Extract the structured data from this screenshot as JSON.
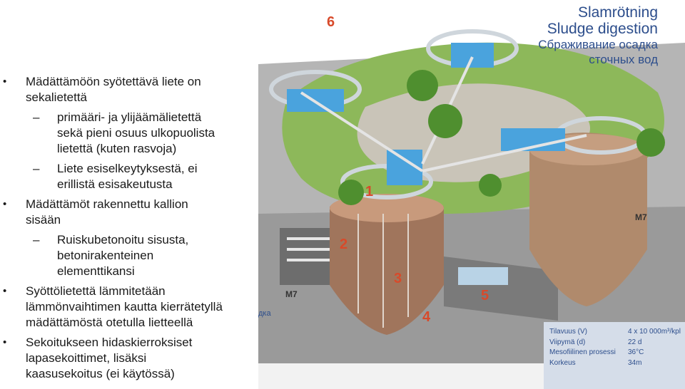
{
  "bullets": [
    {
      "level": 1,
      "lines": [
        "Mädättämöön syötettävä liete on",
        "sekalietettä"
      ]
    },
    {
      "level": 2,
      "lines": [
        "primääri- ja ylijäämälietettä",
        "sekä pieni osuus ulkopuolista",
        "lietettä (kuten rasvoja)"
      ]
    },
    {
      "level": 2,
      "lines": [
        "Liete esiselkeytyksestä, ei",
        "erillistä esisakeutusta"
      ]
    },
    {
      "level": 1,
      "lines": [
        "Mädättämöt rakennettu kallion",
        "sisään"
      ]
    },
    {
      "level": 2,
      "lines": [
        "Ruiskubetonoitu sisusta,",
        "betonirakenteinen",
        "elementtikansi"
      ]
    },
    {
      "level": 1,
      "lines": [
        "Syöttölietettä lämmitetään",
        "lämmönvaihtimen kautta kierrätetyllä",
        "mädättämöstä otetulla lietteellä"
      ]
    },
    {
      "level": 1,
      "lines": [
        "Sekoitukseen hidaskierroksiset",
        "lapasekoittimet, lisäksi",
        "kaasusekoitus (ei käytössä)"
      ]
    }
  ],
  "diagram": {
    "title_fi": "Slamrötning",
    "title_en": "Sludge digestion",
    "title_ru_1": "Сбраживание осадка",
    "title_ru_2": "сточных вод",
    "labels": {
      "n1": "1",
      "n2": "2",
      "n3": "3",
      "n4": "4",
      "n5": "5",
      "n6": "6"
    },
    "m7_right": "M7",
    "m7_left": "M7",
    "cut_text": "дка",
    "spec": [
      {
        "k": "Tilavuus (V)",
        "v": "4 x 10 000m³/kpl"
      },
      {
        "k": "Viipymä (d)",
        "v": "22 d"
      },
      {
        "k": "Mesofiilinen prosessi",
        "v": "36°C"
      },
      {
        "k": "Korkeus",
        "v": "34m"
      }
    ]
  },
  "colors": {
    "title": "#2d4e8c",
    "numbers": "#d84a2a",
    "tank": "#a0755c",
    "grass": "#7aa84a",
    "rock": "#a8a8a8"
  }
}
